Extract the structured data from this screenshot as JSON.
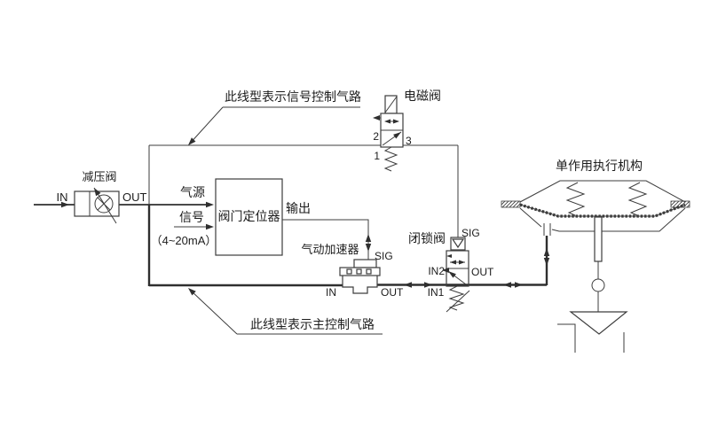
{
  "diagram": {
    "title_note": "pneumatic control loop schematic",
    "legend": {
      "signal_line": "此线型表示信号控制气路",
      "main_line": "此线型表示主控制气路"
    },
    "reducing_valve": {
      "label": "减压阀",
      "in": "IN",
      "out": "OUT"
    },
    "positioner": {
      "label": "阀门定位器",
      "supply": "气源",
      "signal": "信号",
      "signal_range": "（4~20mA）",
      "output": "输出"
    },
    "booster": {
      "label": "气动加速器",
      "sig": "SIG",
      "in": "IN",
      "out": "OUT"
    },
    "solenoid": {
      "label": "电磁阀",
      "port1": "1",
      "port2": "2",
      "port3": "3"
    },
    "lockup": {
      "label": "闭锁阀",
      "sig": "SIG",
      "in1": "IN1",
      "in2": "IN2",
      "out": "OUT"
    },
    "actuator": {
      "label": "单作用执行机构"
    },
    "colors": {
      "line": "#3d3d3d",
      "main_line": "#2f2f2f",
      "text": "#1c1c1c",
      "background": "#ffffff"
    }
  }
}
